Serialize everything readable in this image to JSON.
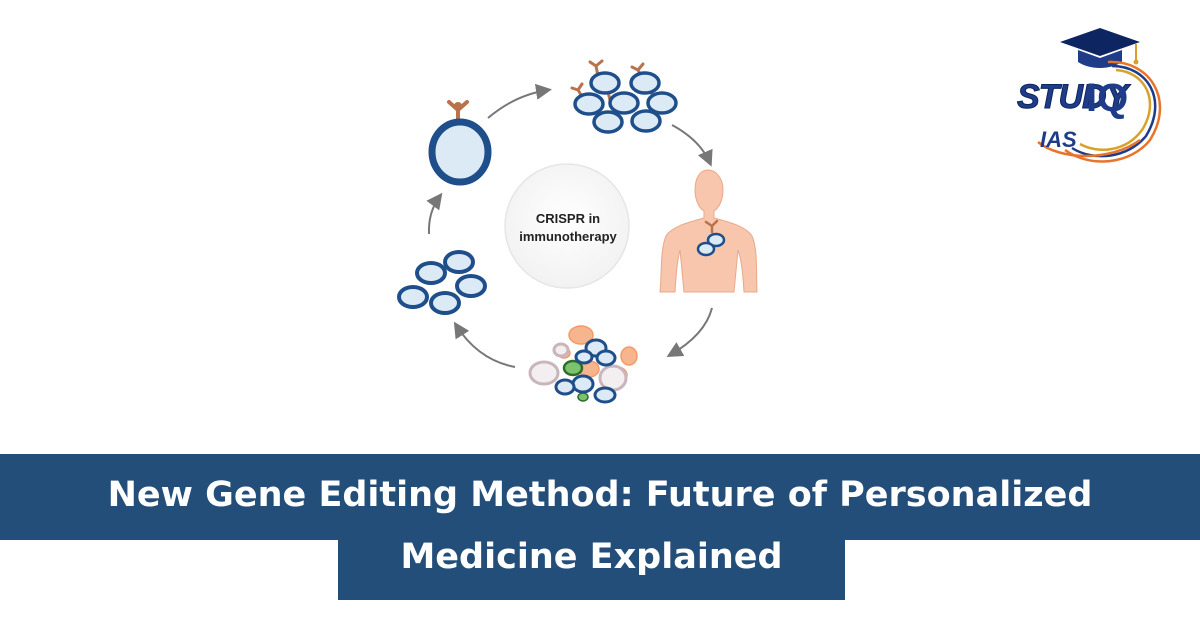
{
  "diagram": {
    "center_label_line1": "CRISPR in",
    "center_label_line2": "immunotherapy"
  },
  "logo": {
    "word1": "STUDY",
    "word2": "IQ",
    "word3": "IAS"
  },
  "headline": {
    "line1": "New Gene Editing Method: Future of Personalized",
    "line2": "Medicine Explained"
  },
  "colors": {
    "banner": "#234e7a",
    "cell_stroke": "#1e4f8a",
    "cell_fill": "#dceaf6",
    "receptor": "#b8734a",
    "body": "#f7c6ad"
  }
}
